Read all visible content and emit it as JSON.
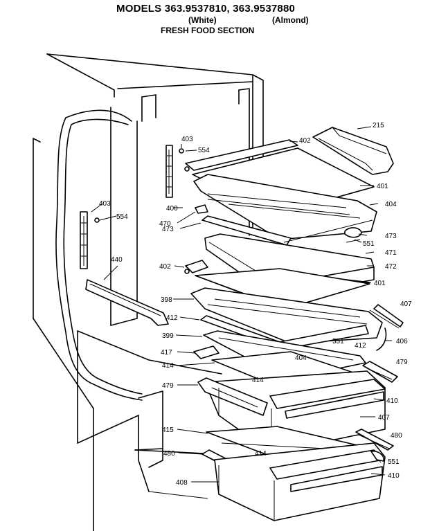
{
  "header": {
    "title": "MODELS 363.9537810, 363.9537880",
    "white": "(White)",
    "almond": "(Almond)",
    "section": "FRESH FOOD SECTION"
  },
  "parts": [
    {
      "id": "p215",
      "label": "215"
    },
    {
      "id": "p403a",
      "label": "403"
    },
    {
      "id": "p554a",
      "label": "554"
    },
    {
      "id": "p402a",
      "label": "402"
    },
    {
      "id": "p401a",
      "label": "401"
    },
    {
      "id": "p403b",
      "label": "403"
    },
    {
      "id": "p554b",
      "label": "554"
    },
    {
      "id": "p400",
      "label": "400"
    },
    {
      "id": "p404a",
      "label": "404"
    },
    {
      "id": "p470",
      "label": "470"
    },
    {
      "id": "p473a",
      "label": "473"
    },
    {
      "id": "p473b",
      "label": "473"
    },
    {
      "id": "p551a",
      "label": "551"
    },
    {
      "id": "p440",
      "label": "440"
    },
    {
      "id": "p471",
      "label": "471"
    },
    {
      "id": "p402b",
      "label": "402"
    },
    {
      "id": "p472",
      "label": "472"
    },
    {
      "id": "p401b",
      "label": "401"
    },
    {
      "id": "p398",
      "label": "398"
    },
    {
      "id": "p407a",
      "label": "407"
    },
    {
      "id": "p412a",
      "label": "412"
    },
    {
      "id": "p399",
      "label": "399"
    },
    {
      "id": "p551b",
      "label": "551"
    },
    {
      "id": "p412b",
      "label": "412"
    },
    {
      "id": "p406",
      "label": "406"
    },
    {
      "id": "p417",
      "label": "417"
    },
    {
      "id": "p404b",
      "label": "404"
    },
    {
      "id": "p414a",
      "label": "414"
    },
    {
      "id": "p479a",
      "label": "479"
    },
    {
      "id": "p414b",
      "label": "414"
    },
    {
      "id": "p479b",
      "label": "479"
    },
    {
      "id": "p410a",
      "label": "410"
    },
    {
      "id": "p407b",
      "label": "407"
    },
    {
      "id": "p415",
      "label": "415"
    },
    {
      "id": "p480a",
      "label": "480"
    },
    {
      "id": "p414c",
      "label": "414"
    },
    {
      "id": "p480b",
      "label": "480"
    },
    {
      "id": "p551c",
      "label": "551"
    },
    {
      "id": "p410b",
      "label": "410"
    },
    {
      "id": "p408",
      "label": "408"
    }
  ]
}
